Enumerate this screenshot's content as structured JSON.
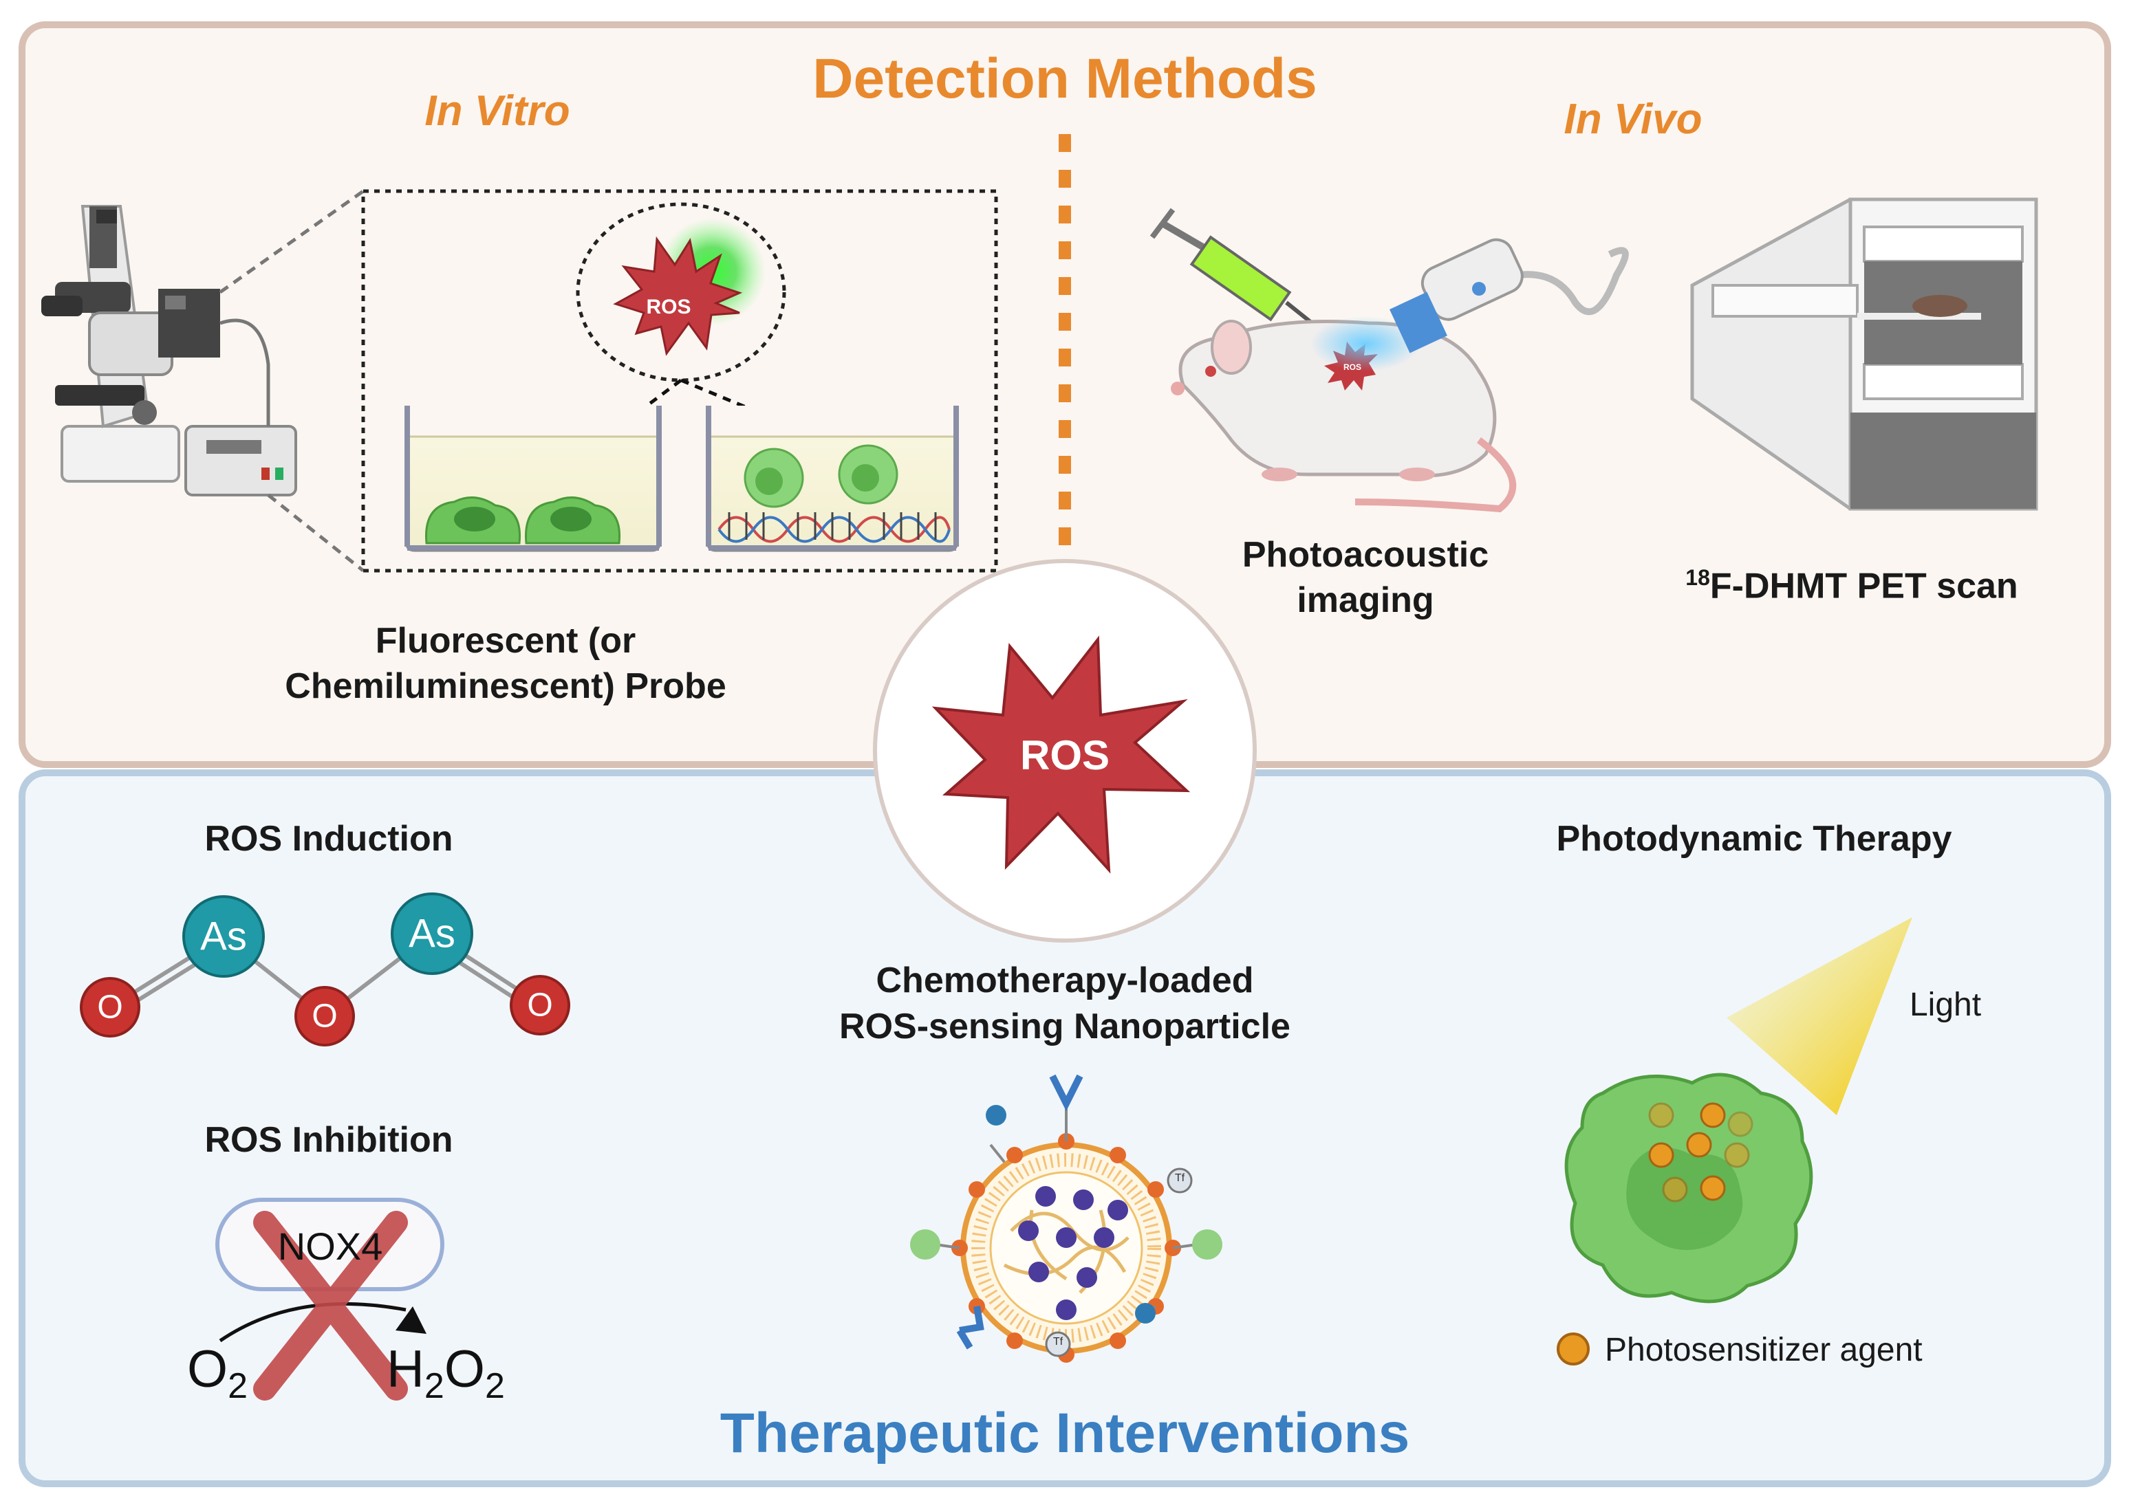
{
  "top_panel": {
    "title": "Detection Methods",
    "in_vitro_label": "In Vitro",
    "in_vivo_label": "In Vivo",
    "probe_label_line1": "Fluorescent (or",
    "probe_label_line2": "Chemiluminescent) Probe",
    "photoacoustic_line1": "Photoacoustic",
    "photoacoustic_line2": "imaging",
    "pet_sup": "18",
    "pet_label": "F-DHMT PET scan",
    "ros_small": "ROS",
    "ros_tiny": "ROS"
  },
  "center": {
    "ros_label": "ROS"
  },
  "bottom_panel": {
    "title": "Therapeutic Interventions",
    "induction_title": "ROS Induction",
    "inhibition_title": "ROS Inhibition",
    "atom_as": "As",
    "atom_o": "O",
    "nox_label": "NOX4",
    "o2_main": "O",
    "o2_sub": "2",
    "h2o2_h": "H",
    "h2o2_sub1": "2",
    "h2o2_o": "O",
    "h2o2_sub2": "2",
    "nano_line1": "Chemotherapy-loaded",
    "nano_line2": "ROS-sensing Nanoparticle",
    "tf_label": "Tf",
    "pdt_title": "Photodynamic Therapy",
    "light_label": "Light",
    "photosensitizer_label": "Photosensitizer agent"
  },
  "colors": {
    "top_bg": "#fbf6f1",
    "top_border": "#d8c0b5",
    "bottom_bg": "#f1f6fa",
    "bottom_border": "#b9cde1",
    "orange": "#e8892e",
    "blue": "#3a7fc1",
    "ros_red": "#c23a3f",
    "as_teal": "#1f9aa6",
    "o_red": "#c9332f",
    "cell_green": "#7cc96a"
  }
}
